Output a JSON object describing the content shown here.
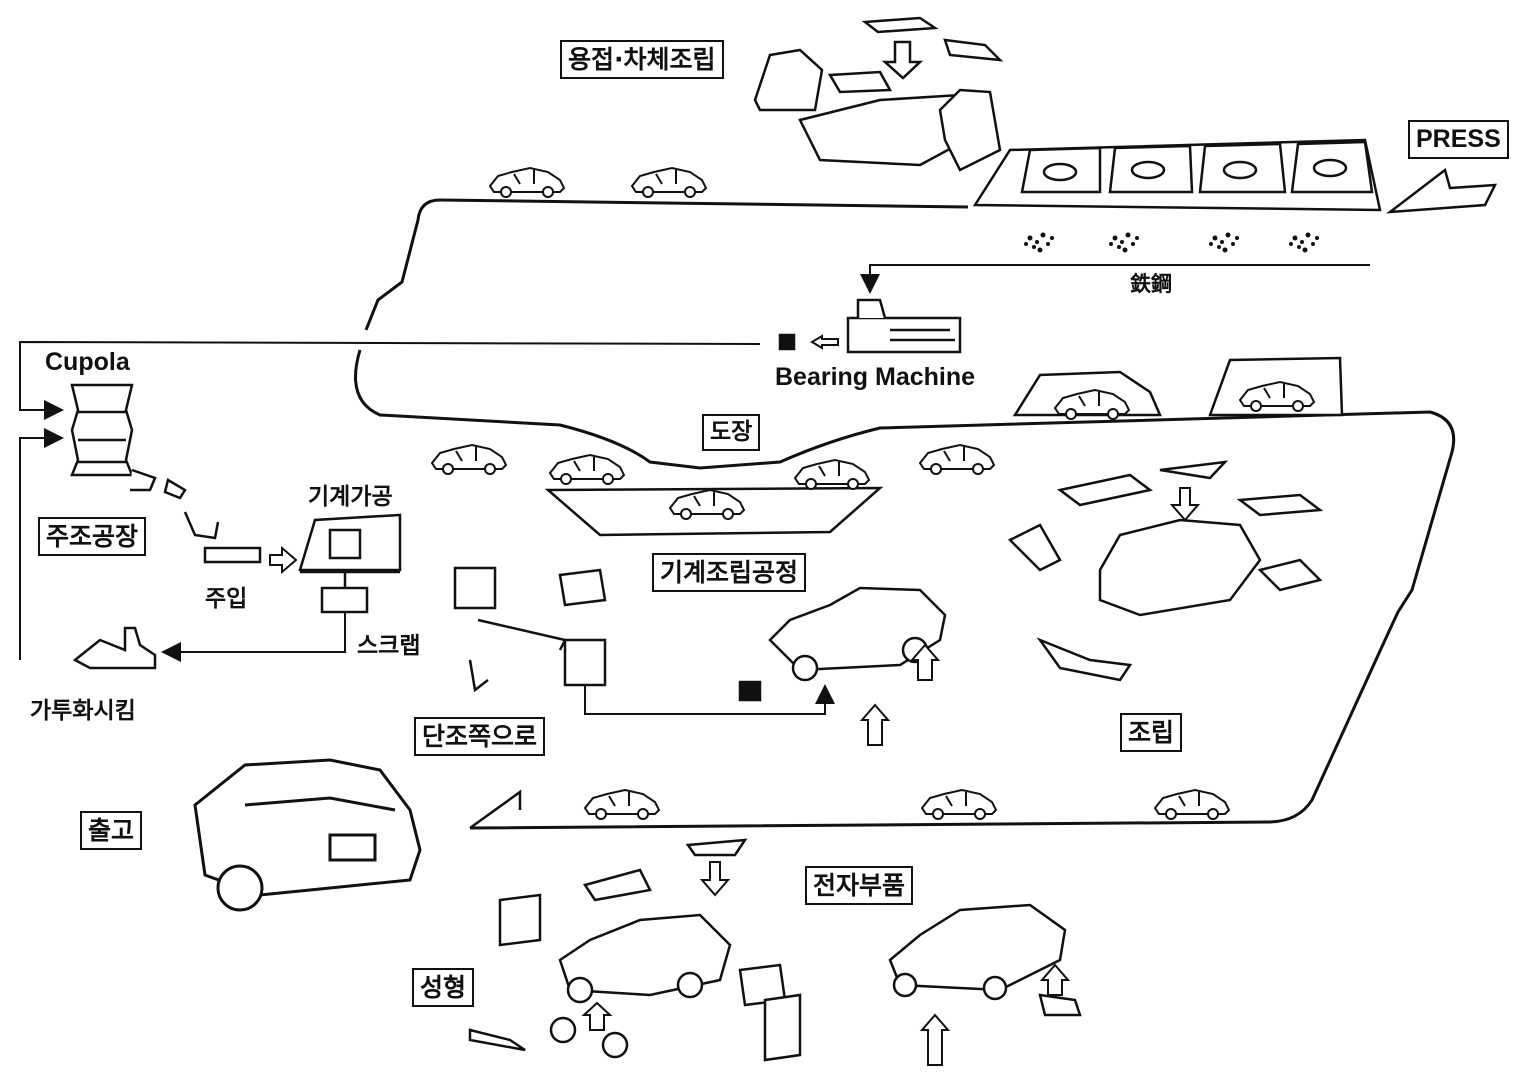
{
  "labels": {
    "welding": "용접·차체조립",
    "press": "PRESS",
    "steel": "鉄鋼",
    "cupola": "Cupola",
    "bearing_machine": "Bearing Machine",
    "painting": "도장",
    "machining": "기계가공",
    "foundry": "주조공장",
    "pouring": "주입",
    "machine_assembly": "기계조립공정",
    "scrap": "스크랩",
    "furnace": "가투화시킴",
    "forging": "단조쪽으로",
    "assembly": "조립",
    "shipping": "출고",
    "electronics": "전자부품",
    "molding": "성형"
  }
}
